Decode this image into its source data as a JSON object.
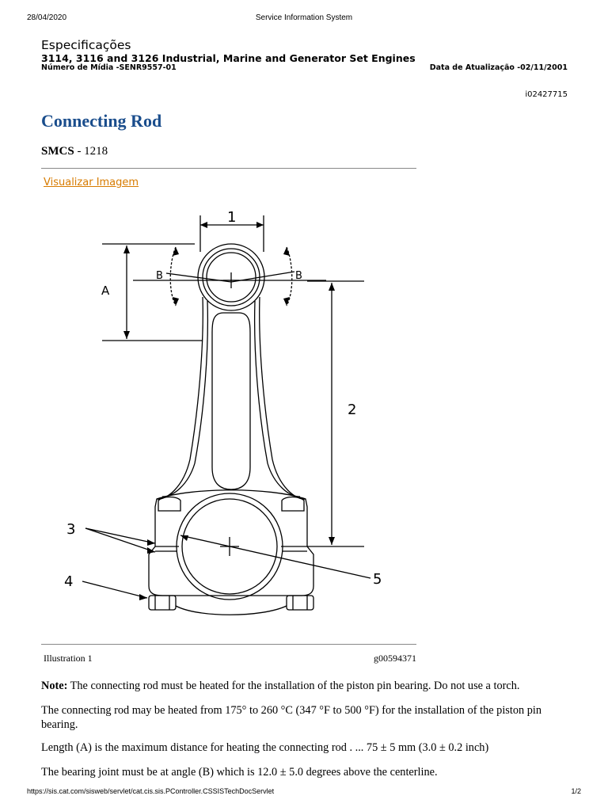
{
  "print_header": {
    "date": "28/04/2020",
    "title": "Service Information System"
  },
  "doc": {
    "type": "Especificações",
    "subtitle": "3114, 3116 and 3126 Industrial, Marine and Generator Set Engines",
    "media_number": "Número de Mídia -SENR9557-01",
    "update_date": "Data de Atualização -02/11/2001",
    "doc_id": "i02427715"
  },
  "section": {
    "title": "Connecting Rod",
    "smcs_label": "SMCS",
    "smcs_value": " - 1218",
    "view_image_link": "Visualizar Imagem"
  },
  "figure": {
    "labels": {
      "one": "1",
      "two": "2",
      "three": "3",
      "four": "4",
      "five": "5",
      "a": "A",
      "b_left": "B",
      "b_right": "B"
    },
    "caption": "Illustration 1",
    "caption_id": "g00594371"
  },
  "body": {
    "note_label": "Note:",
    "note_text": " The connecting rod must be heated for the installation of the piston pin bearing. Do not use a torch.",
    "para1": "The connecting rod may be heated from 175° to 260 °C (347 °F to 500 °F) for the installation of the piston pin bearing.",
    "para2": "Length (A) is the maximum distance for heating the connecting rod . ... 75 ± 5 mm (3.0 ± 0.2 inch)",
    "para3": "The bearing joint must be at angle (B) which is 12.0 ± 5.0 degrees above the centerline."
  },
  "footer": {
    "url": "https://sis.cat.com/sisweb/servlet/cat.cis.sis.PController.CSSISTechDocServlet",
    "page": "1/2"
  },
  "colors": {
    "heading": "#1a4d8c",
    "link": "#d77b00"
  }
}
